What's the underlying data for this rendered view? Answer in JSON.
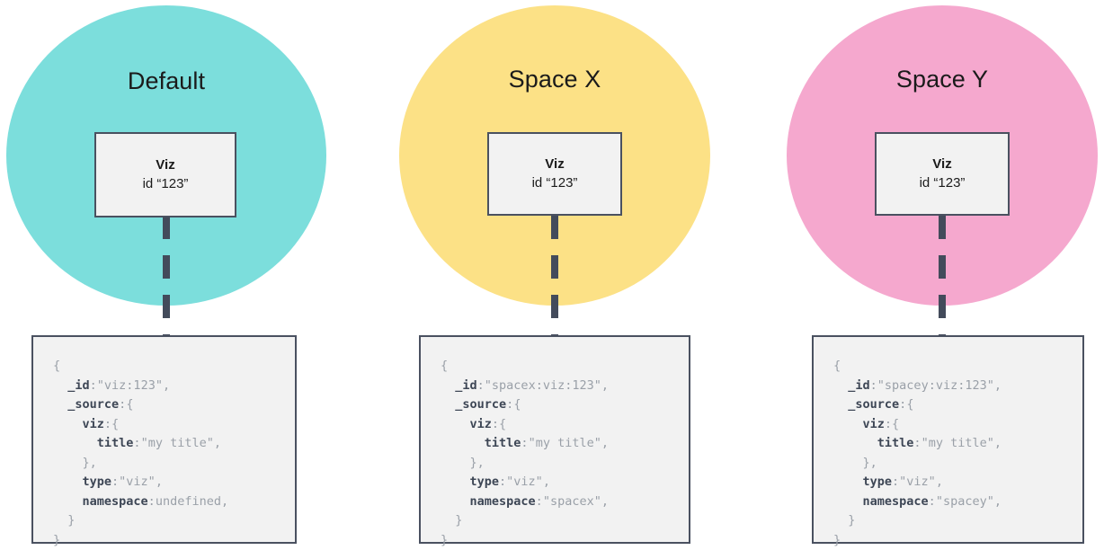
{
  "diagram": {
    "title_default": "Default",
    "title_space_x": "Space X",
    "title_space_y": "Space Y"
  },
  "colors": {
    "circle_default": "#7cdedc",
    "circle_space_x": "#fce186",
    "circle_space_y": "#f5a8ce",
    "box_fill": "#f2f2f2",
    "box_border": "#4a5160",
    "connector": "#434b5b",
    "code_key": "#3d4655",
    "code_value": "#9aa0a8"
  },
  "columns": [
    {
      "id": "default",
      "space_label": "Default",
      "node": {
        "type_label": "Viz",
        "id_label": "id “123”"
      },
      "document": {
        "lines": [
          {
            "indent": 0,
            "tokens": [
              {
                "t": "{",
                "c": "b"
              }
            ]
          },
          {
            "indent": 1,
            "tokens": [
              {
                "t": "_id",
                "c": "k"
              },
              {
                "t": ":",
                "c": "p"
              },
              {
                "t": "\"viz:123\"",
                "c": "v"
              },
              {
                "t": ",",
                "c": "p"
              }
            ]
          },
          {
            "indent": 1,
            "tokens": [
              {
                "t": "_source",
                "c": "k"
              },
              {
                "t": ":",
                "c": "p"
              },
              {
                "t": "{",
                "c": "b"
              }
            ]
          },
          {
            "indent": 2,
            "tokens": [
              {
                "t": "viz",
                "c": "k"
              },
              {
                "t": ":",
                "c": "p"
              },
              {
                "t": "{",
                "c": "b"
              }
            ]
          },
          {
            "indent": 3,
            "tokens": [
              {
                "t": "title",
                "c": "k"
              },
              {
                "t": ":",
                "c": "p"
              },
              {
                "t": "\"my title\"",
                "c": "v"
              },
              {
                "t": ",",
                "c": "p"
              }
            ]
          },
          {
            "indent": 2,
            "tokens": [
              {
                "t": "}",
                "c": "b"
              },
              {
                "t": ",",
                "c": "p"
              }
            ]
          },
          {
            "indent": 2,
            "tokens": [
              {
                "t": "type",
                "c": "k"
              },
              {
                "t": ":",
                "c": "p"
              },
              {
                "t": "\"viz\"",
                "c": "v"
              },
              {
                "t": ",",
                "c": "p"
              }
            ]
          },
          {
            "indent": 2,
            "tokens": [
              {
                "t": "namespace",
                "c": "k"
              },
              {
                "t": ":",
                "c": "p"
              },
              {
                "t": "undefined",
                "c": "v"
              },
              {
                "t": ",",
                "c": "p"
              }
            ]
          },
          {
            "indent": 1,
            "tokens": [
              {
                "t": "}",
                "c": "b"
              }
            ]
          },
          {
            "indent": 0,
            "tokens": [
              {
                "t": "}",
                "c": "b"
              }
            ]
          }
        ]
      }
    },
    {
      "id": "spacex",
      "space_label": "Space X",
      "node": {
        "type_label": "Viz",
        "id_label": "id “123”"
      },
      "document": {
        "lines": [
          {
            "indent": 0,
            "tokens": [
              {
                "t": "{",
                "c": "b"
              }
            ]
          },
          {
            "indent": 1,
            "tokens": [
              {
                "t": "_id",
                "c": "k"
              },
              {
                "t": ":",
                "c": "p"
              },
              {
                "t": "\"spacex:viz:123\"",
                "c": "v"
              },
              {
                "t": ",",
                "c": "p"
              }
            ]
          },
          {
            "indent": 1,
            "tokens": [
              {
                "t": "_source",
                "c": "k"
              },
              {
                "t": ":",
                "c": "p"
              },
              {
                "t": "{",
                "c": "b"
              }
            ]
          },
          {
            "indent": 2,
            "tokens": [
              {
                "t": "viz",
                "c": "k"
              },
              {
                "t": ":",
                "c": "p"
              },
              {
                "t": "{",
                "c": "b"
              }
            ]
          },
          {
            "indent": 3,
            "tokens": [
              {
                "t": "title",
                "c": "k"
              },
              {
                "t": ":",
                "c": "p"
              },
              {
                "t": "\"my title\"",
                "c": "v"
              },
              {
                "t": ",",
                "c": "p"
              }
            ]
          },
          {
            "indent": 2,
            "tokens": [
              {
                "t": "}",
                "c": "b"
              },
              {
                "t": ",",
                "c": "p"
              }
            ]
          },
          {
            "indent": 2,
            "tokens": [
              {
                "t": "type",
                "c": "k"
              },
              {
                "t": ":",
                "c": "p"
              },
              {
                "t": "\"viz\"",
                "c": "v"
              },
              {
                "t": ",",
                "c": "p"
              }
            ]
          },
          {
            "indent": 2,
            "tokens": [
              {
                "t": "namespace",
                "c": "k"
              },
              {
                "t": ":",
                "c": "p"
              },
              {
                "t": "\"spacex\"",
                "c": "v"
              },
              {
                "t": ",",
                "c": "p"
              }
            ]
          },
          {
            "indent": 1,
            "tokens": [
              {
                "t": "}",
                "c": "b"
              }
            ]
          },
          {
            "indent": 0,
            "tokens": [
              {
                "t": "}",
                "c": "b"
              }
            ]
          }
        ]
      }
    },
    {
      "id": "spacey",
      "space_label": "Space Y",
      "node": {
        "type_label": "Viz",
        "id_label": "id “123”"
      },
      "document": {
        "lines": [
          {
            "indent": 0,
            "tokens": [
              {
                "t": "{",
                "c": "b"
              }
            ]
          },
          {
            "indent": 1,
            "tokens": [
              {
                "t": "_id",
                "c": "k"
              },
              {
                "t": ":",
                "c": "p"
              },
              {
                "t": "\"spacey:viz:123\"",
                "c": "v"
              },
              {
                "t": ",",
                "c": "p"
              }
            ]
          },
          {
            "indent": 1,
            "tokens": [
              {
                "t": "_source",
                "c": "k"
              },
              {
                "t": ":",
                "c": "p"
              },
              {
                "t": "{",
                "c": "b"
              }
            ]
          },
          {
            "indent": 2,
            "tokens": [
              {
                "t": "viz",
                "c": "k"
              },
              {
                "t": ":",
                "c": "p"
              },
              {
                "t": "{",
                "c": "b"
              }
            ]
          },
          {
            "indent": 3,
            "tokens": [
              {
                "t": "title",
                "c": "k"
              },
              {
                "t": ":",
                "c": "p"
              },
              {
                "t": "\"my title\"",
                "c": "v"
              },
              {
                "t": ",",
                "c": "p"
              }
            ]
          },
          {
            "indent": 2,
            "tokens": [
              {
                "t": "}",
                "c": "b"
              },
              {
                "t": ",",
                "c": "p"
              }
            ]
          },
          {
            "indent": 2,
            "tokens": [
              {
                "t": "type",
                "c": "k"
              },
              {
                "t": ":",
                "c": "p"
              },
              {
                "t": "\"viz\"",
                "c": "v"
              },
              {
                "t": ",",
                "c": "p"
              }
            ]
          },
          {
            "indent": 2,
            "tokens": [
              {
                "t": "namespace",
                "c": "k"
              },
              {
                "t": ":",
                "c": "p"
              },
              {
                "t": "\"spacey\"",
                "c": "v"
              },
              {
                "t": ",",
                "c": "p"
              }
            ]
          },
          {
            "indent": 1,
            "tokens": [
              {
                "t": "}",
                "c": "b"
              }
            ]
          },
          {
            "indent": 0,
            "tokens": [
              {
                "t": "}",
                "c": "b"
              }
            ]
          }
        ]
      }
    }
  ]
}
